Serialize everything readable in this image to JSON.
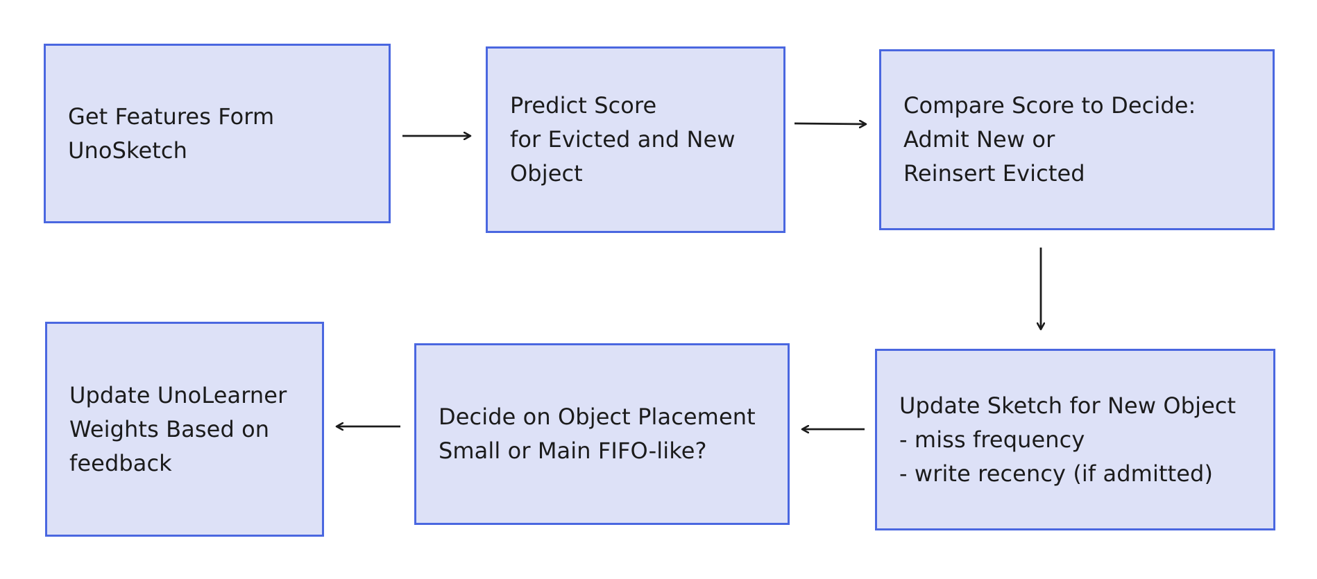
{
  "diagram": {
    "nodes": [
      {
        "id": "n1",
        "label": "Get Features Form\nUnoSketch"
      },
      {
        "id": "n2",
        "label": "Predict Score\nfor Evicted and New\nObject"
      },
      {
        "id": "n3",
        "label": "Compare Score to Decide:\nAdmit New or\nReinsert Evicted"
      },
      {
        "id": "n4",
        "label": "Update Sketch for New Object\n- miss frequency\n- write recency (if admitted)"
      },
      {
        "id": "n5",
        "label": "Decide on Object Placement\nSmall or Main FIFO-like?"
      },
      {
        "id": "n6",
        "label": "Update UnoLearner\nWeights Based on\nfeedback"
      }
    ],
    "edges": [
      {
        "from": "n1",
        "to": "n2"
      },
      {
        "from": "n2",
        "to": "n3"
      },
      {
        "from": "n3",
        "to": "n4"
      },
      {
        "from": "n4",
        "to": "n5"
      },
      {
        "from": "n5",
        "to": "n6"
      }
    ],
    "colors": {
      "node_fill": "#dde1f7",
      "node_border": "#4a67e0",
      "text": "#1b1b1b",
      "arrow": "#1b1b1b"
    }
  }
}
